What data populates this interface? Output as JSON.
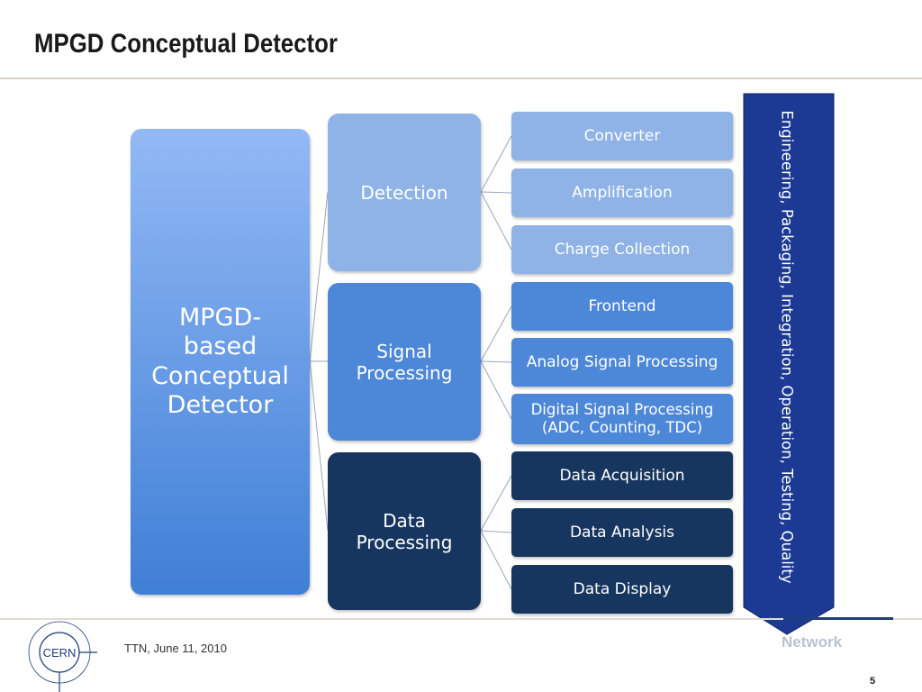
{
  "slide": {
    "title": "MPGD Conceptual Detector",
    "page_number": "5"
  },
  "diagram": {
    "root": "MPGD-\nbased\nConceptual\nDetector",
    "groups": [
      {
        "label": "Detection",
        "color": "#8fb3e6",
        "items": [
          "Converter",
          "Amplification",
          "Charge Collection"
        ]
      },
      {
        "label": "Signal\nProcessing",
        "color": "#4d87d7",
        "items": [
          "Frontend",
          "Analog Signal Processing",
          "Digital Signal Processing\n(ADC, Counting, TDC)"
        ]
      },
      {
        "label": "Data\nProcessing",
        "color": "#17365f",
        "items": [
          "Data Acquisition",
          "Data Analysis",
          "Data Display"
        ]
      }
    ],
    "side_arrow": "Engineering, Packaging, Integration, Operation, Testing, Quality",
    "arrow_color": "#1c3a93"
  },
  "footer": {
    "date": "TTN, June 11, 2010",
    "network": "Network",
    "logo_text": "CERN"
  }
}
